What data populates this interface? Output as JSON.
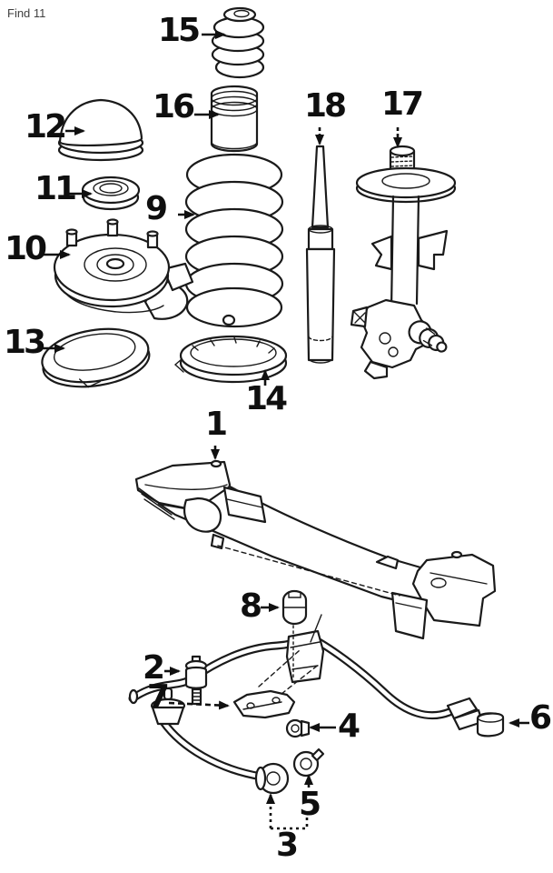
{
  "page": {
    "background": "#ffffff",
    "ink_color": "#1a1a1a",
    "overlay_text": "Find 11"
  },
  "callouts": [
    {
      "label": "1",
      "arrow": "down"
    },
    {
      "label": "2",
      "arrow": "right"
    },
    {
      "label": "3",
      "arrow": "up-bracket"
    },
    {
      "label": "4",
      "arrow": "left"
    },
    {
      "label": "5",
      "arrow": "up"
    },
    {
      "label": "6",
      "arrow": "left"
    },
    {
      "label": "7",
      "arrow": "right-dashed"
    },
    {
      "label": "8",
      "arrow": "right"
    },
    {
      "label": "9",
      "arrow": "right"
    },
    {
      "label": "10",
      "arrow": "right"
    },
    {
      "label": "11",
      "arrow": "right"
    },
    {
      "label": "12",
      "arrow": "right"
    },
    {
      "label": "13",
      "arrow": "right"
    },
    {
      "label": "14",
      "arrow": "up"
    },
    {
      "label": "15",
      "arrow": "right"
    },
    {
      "label": "16",
      "arrow": "right"
    },
    {
      "label": "17",
      "arrow": "down"
    },
    {
      "label": "18",
      "arrow": "down"
    }
  ]
}
